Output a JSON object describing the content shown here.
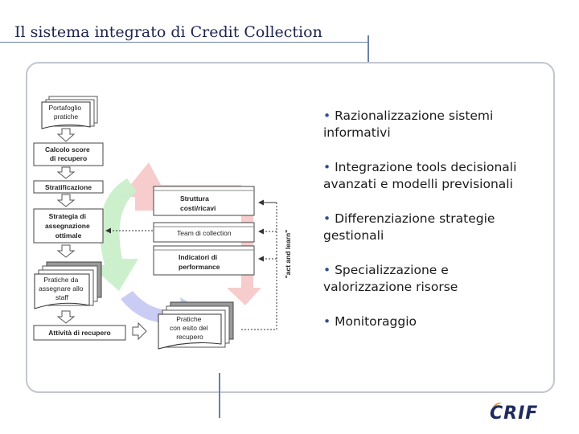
{
  "title": "Il sistema integrato di Credit Collection",
  "diagram": {
    "portfolio": "Portafoglio\npratiche",
    "score": "Calcolo score\ndi recupero",
    "stratificazione": "Stratificazione",
    "strategia": "Strategia di\nassegnazione\nottimale",
    "pratiche_staff": "Pratiche da\nassegnare allo\nstaff",
    "attivita": "Attività di recupero",
    "pratiche_esito": "Pratiche\ncon esito del\nrecupero",
    "struttura": "Struttura\ncosti/ricavi",
    "team": "Team di collection",
    "indicatori": "Indicatori di\nperformance",
    "act_learn": "\"act and learn\""
  },
  "bullets": [
    "Razionalizzazione sistemi informativi",
    "Integrazione tools decisionali avanzati e modelli previsionali",
    "Differenziazione strategie gestionali",
    "Specializzazione e valorizzazione risorse",
    "Monitoraggio"
  ],
  "bullet_symbol": "•",
  "logo": "CRIF",
  "colors": {
    "title": "#1f2350",
    "arrow_green": "#c9efc9",
    "arrow_pink": "#f5c6c8",
    "arrow_blue": "#c7c9f2",
    "logo": "#1f2a5e"
  }
}
